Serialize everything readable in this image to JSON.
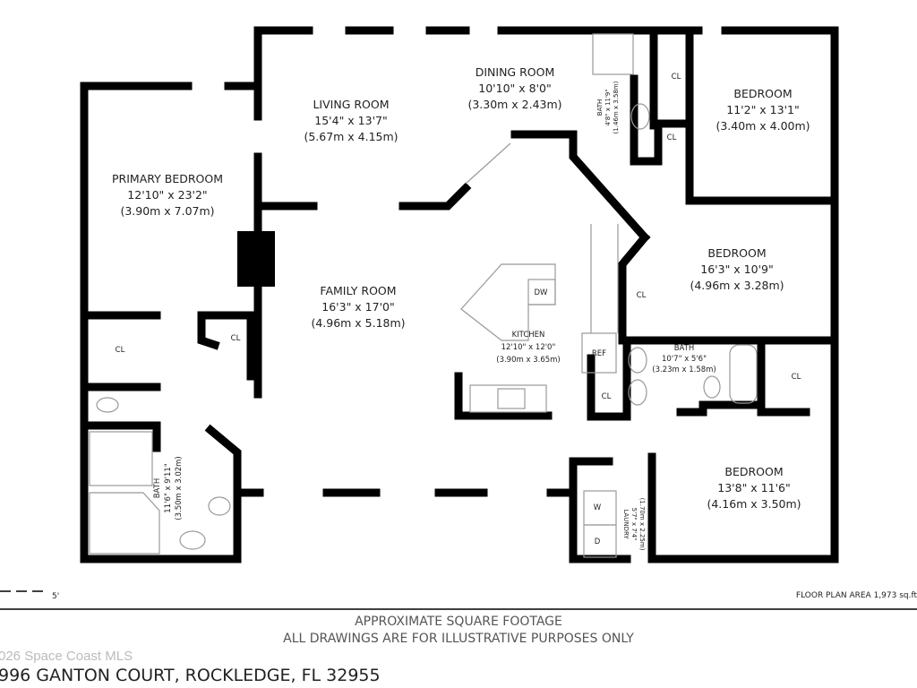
{
  "rooms": {
    "living": {
      "name": "LIVING ROOM",
      "ft": "15'4\" x 13'7\"",
      "m": "(5.67m x 4.15m)"
    },
    "dining": {
      "name": "DINING ROOM",
      "ft": "10'10\" x 8'0\"",
      "m": "(3.30m x 2.43m)"
    },
    "primary": {
      "name": "PRIMARY BEDROOM",
      "ft": "12'10\" x 23'2\"",
      "m": "(3.90m x 7.07m)"
    },
    "family": {
      "name": "FAMILY ROOM",
      "ft": "16'3\" x 17'0\"",
      "m": "(4.96m x 5.18m)"
    },
    "kitchen": {
      "name": "KITCHEN",
      "ft": "12'10\" x 12'0\"",
      "m": "(3.90m x 3.65m)"
    },
    "bed1": {
      "name": "BEDROOM",
      "ft": "11'2\" x 13'1\"",
      "m": "(3.40m x 4.00m)"
    },
    "bed2": {
      "name": "BEDROOM",
      "ft": "16'3\" x 10'9\"",
      "m": "(4.96m x 3.28m)"
    },
    "bed3": {
      "name": "BEDROOM",
      "ft": "13'8\" x 11'6\"",
      "m": "(4.16m x 3.50m)"
    },
    "bath_hall": {
      "name": "BATH",
      "ft": "4'8\" x 11'9\"",
      "m": "(1.46m x 3.58m)"
    },
    "bath2": {
      "name": "BATH",
      "ft": "10'7\" x 5'6\"",
      "m": "(3.23m x 1.58m)"
    },
    "bath_primary": {
      "name": "BATH",
      "ft": "11'6\" x 9'11\"",
      "m": "(3.50m x 3.02m)"
    },
    "laundry": {
      "name": "LAUNDRY",
      "ft": "5'7\" x 7'4\"",
      "m": "(1.70m x 2.25m)"
    }
  },
  "fixtures": {
    "closet": "CL",
    "ref": "REF",
    "dw": "DW",
    "washer": "W",
    "dryer": "D"
  },
  "scale_label": "5'",
  "floor_plan_area": "FLOOR PLAN AREA 1,973 sq.ft",
  "footer": {
    "line1": "APPROXIMATE SQUARE FOOTAGE",
    "line2": "ALL DRAWINGS ARE FOR ILLUSTRATIVE PURPOSES ONLY",
    "watermark": "026 Space Coast MLS",
    "address": "996 GANTON COURT, ROCKLEDGE, FL 32955"
  }
}
